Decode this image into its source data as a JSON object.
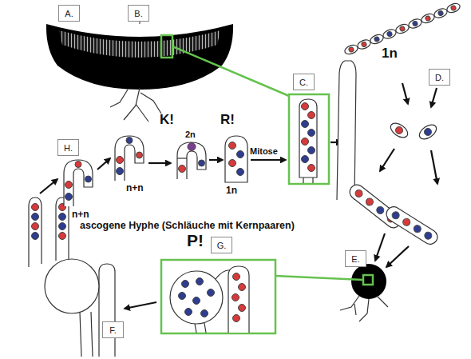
{
  "diagram": {
    "nodes": [
      {
        "text": [
          "A."
        ]
      },
      {
        "text": [
          "B."
        ]
      },
      {
        "text": [
          "D."
        ]
      },
      {
        "text": [
          "C."
        ]
      },
      {
        "text": [
          "H."
        ]
      },
      {
        "text": [
          "G."
        ]
      },
      {
        "text": [
          "E."
        ]
      },
      {
        "text": [
          "F."
        ]
      }
    ],
    "labels": [
      "1n",
      "K!",
      "R!",
      "2n",
      "Mitose",
      "n+n",
      "1n",
      "n+n",
      "ascogene Hyphe (Schläuche mit Kernpaaren)",
      "P!"
    ]
  }
}
